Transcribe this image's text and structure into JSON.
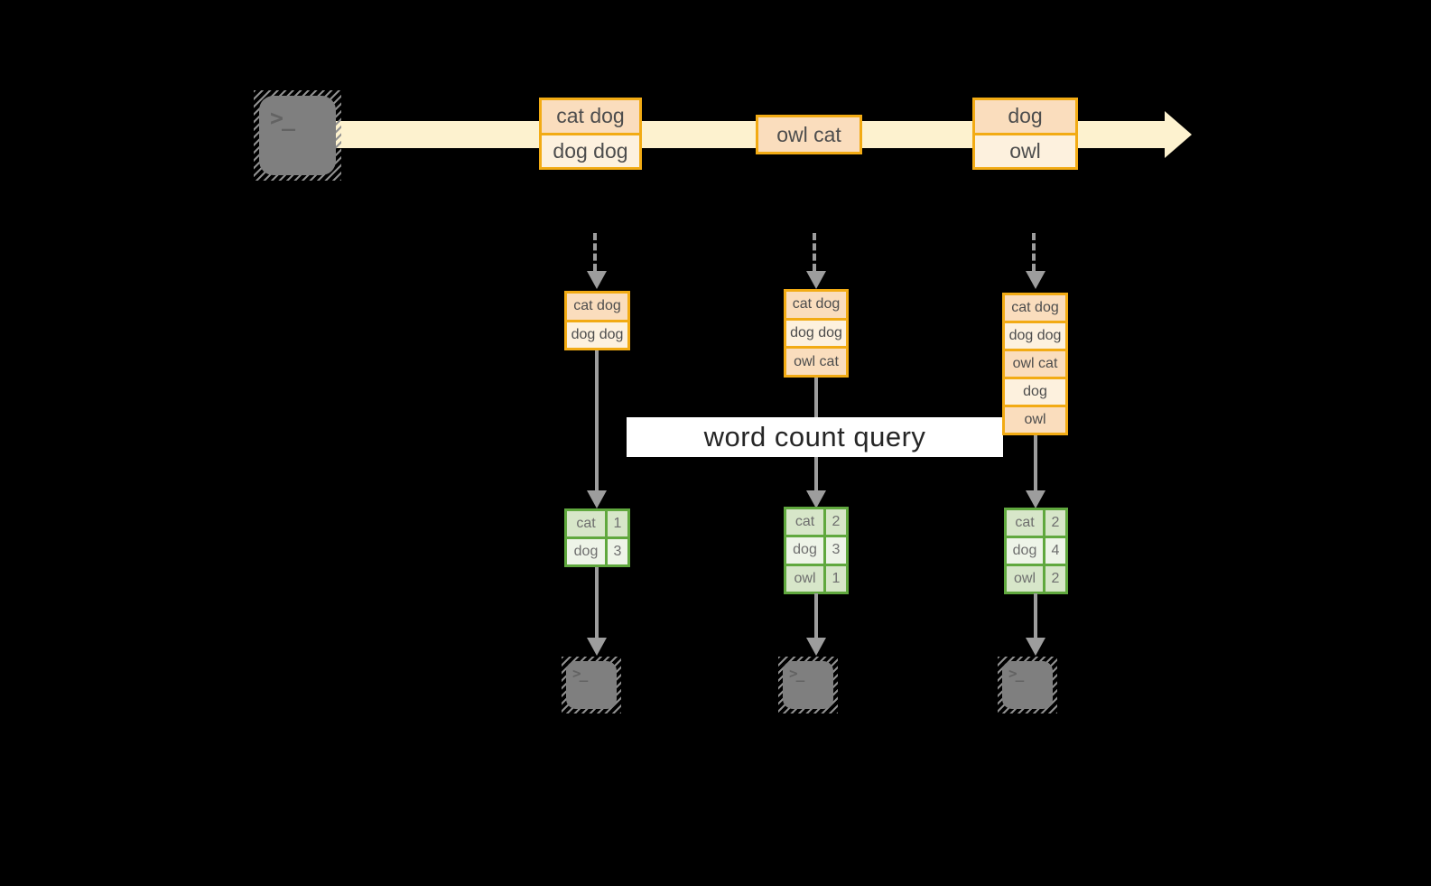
{
  "query_label": "word count query",
  "terminal_glyph": ">_",
  "stream_batches": [
    {
      "rows": [
        "cat dog",
        "dog dog"
      ]
    },
    {
      "rows": [
        "owl cat"
      ]
    },
    {
      "rows": [
        "dog",
        "owl"
      ]
    }
  ],
  "tasks": [
    {
      "records": [
        "cat dog",
        "dog dog"
      ],
      "counts": [
        {
          "word": "cat",
          "count": "1"
        },
        {
          "word": "dog",
          "count": "3"
        }
      ]
    },
    {
      "records": [
        "cat dog",
        "dog dog",
        "owl cat"
      ],
      "counts": [
        {
          "word": "cat",
          "count": "2"
        },
        {
          "word": "dog",
          "count": "3"
        },
        {
          "word": "owl",
          "count": "1"
        }
      ]
    },
    {
      "records": [
        "cat dog",
        "dog dog",
        "owl cat",
        "dog",
        "owl"
      ],
      "counts": [
        {
          "word": "cat",
          "count": "2"
        },
        {
          "word": "dog",
          "count": "4"
        },
        {
          "word": "owl",
          "count": "2"
        }
      ]
    }
  ],
  "colors": {
    "background": "#000000",
    "stream_fill": "#fdf2cf",
    "record_peach": "#faddbd",
    "record_cream": "#fdf1de",
    "record_border_orange": "#f2ab14",
    "table_border_green": "#60a83e",
    "table_cell_dark": "#d7e6c9",
    "table_cell_light": "#eef4e8",
    "arrow_gray": "#9d9d9d",
    "query_band": "#ffffff",
    "terminal_gray": "#7f7f7f"
  }
}
